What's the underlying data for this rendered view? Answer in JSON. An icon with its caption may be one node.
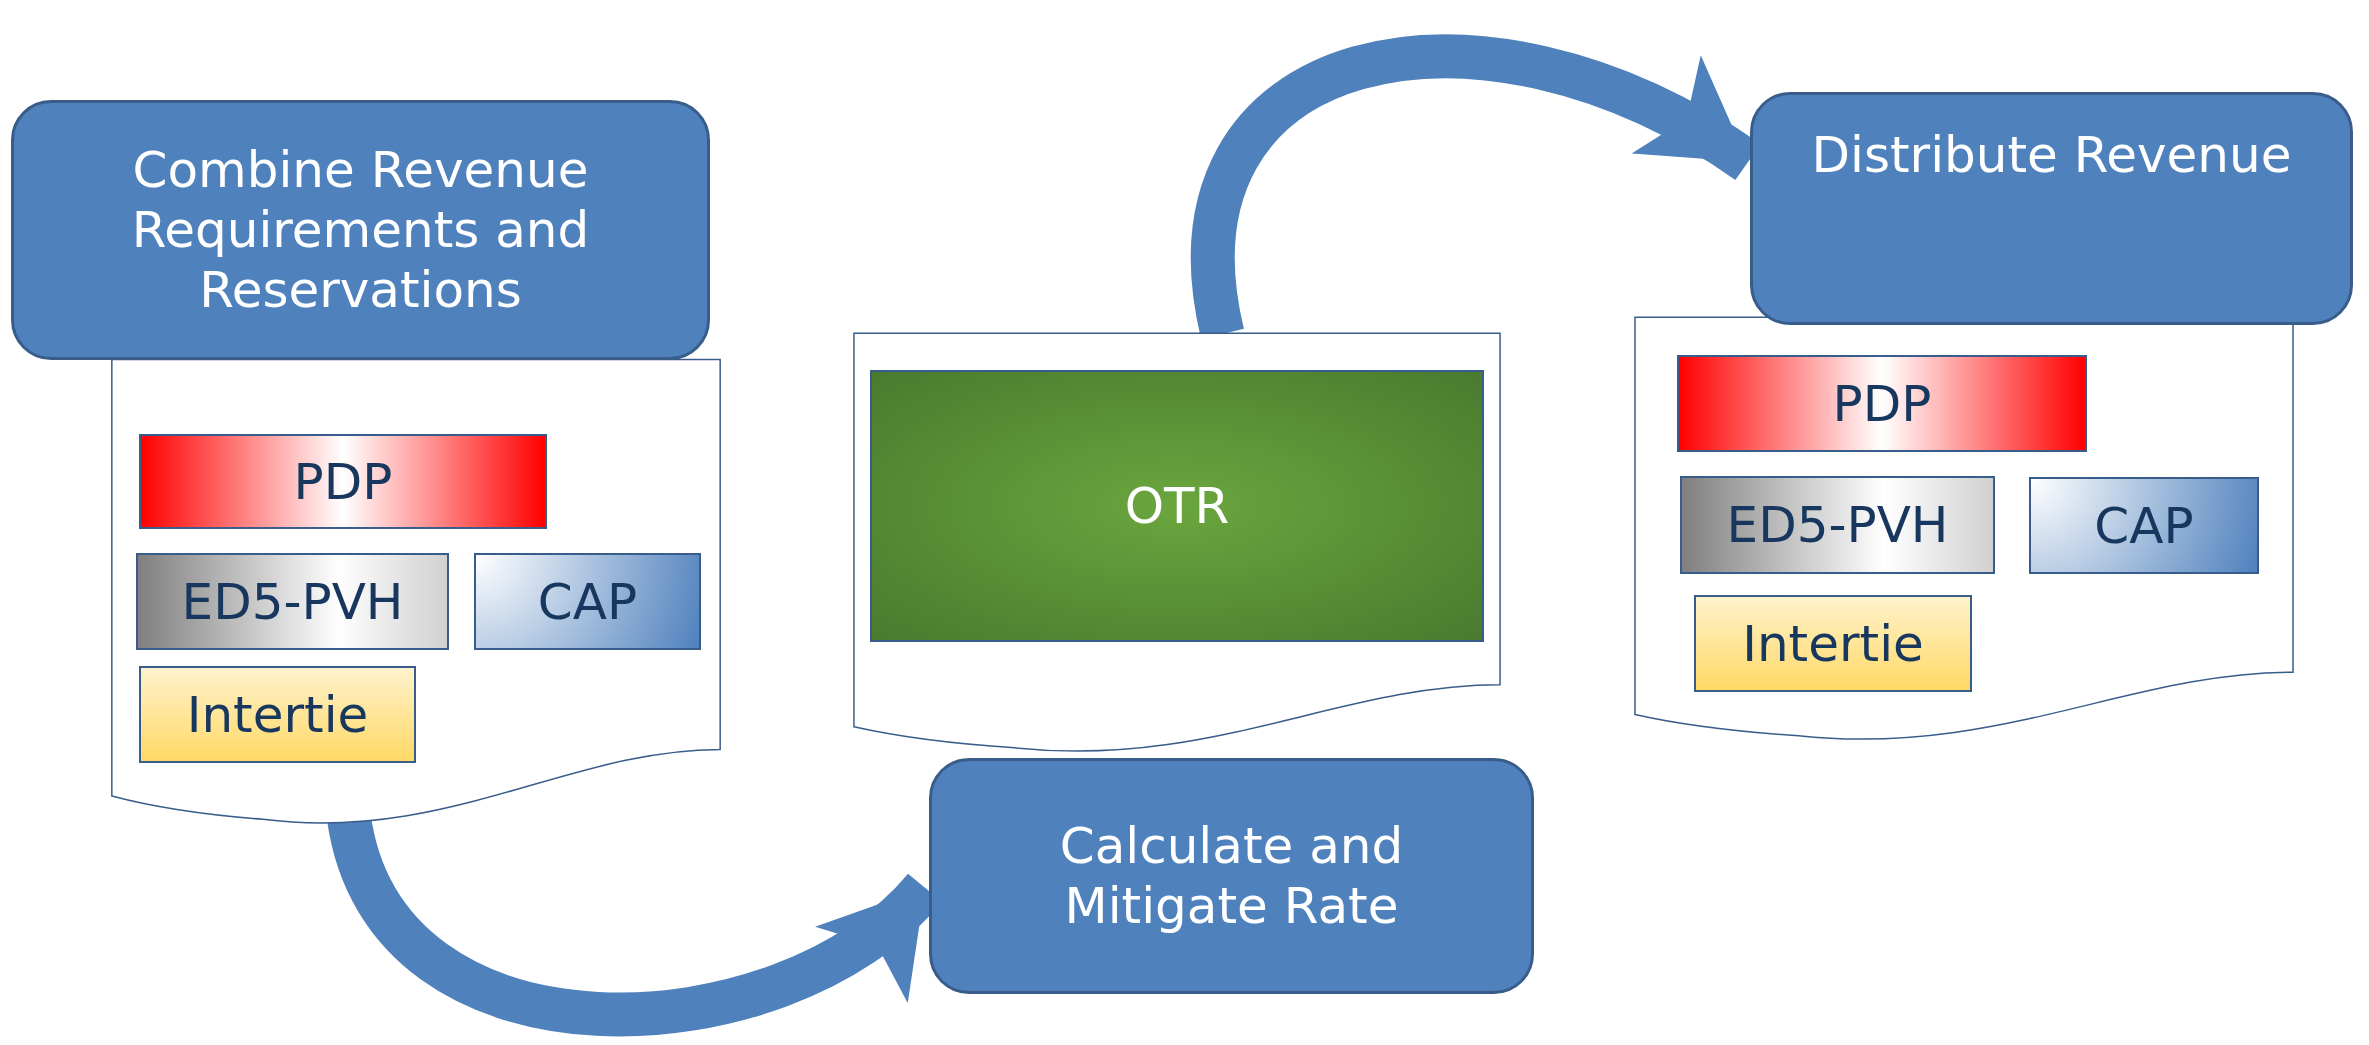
{
  "diagram": {
    "nodes": [
      {
        "text": [
          "Combine Revenue Requirements and Reservations"
        ]
      },
      {
        "text": [],
        "shape": "document"
      },
      {
        "text": [
          "PDP"
        ],
        "in": 1
      },
      {
        "text": [
          "ED5-PVH"
        ],
        "in": 1
      },
      {
        "text": [
          "CAP"
        ],
        "in": 1
      },
      {
        "text": [
          "Intertie"
        ],
        "in": 1
      },
      {
        "text": [],
        "shape": "document"
      },
      {
        "text": [
          "OTR"
        ],
        "in": 6
      },
      {
        "text": [
          "Calculate and Mitigate Rate"
        ]
      },
      {
        "text": [
          "Distribute Revenue"
        ]
      },
      {
        "text": [],
        "shape": "document"
      },
      {
        "text": [
          "PDP"
        ],
        "in": 10
      },
      {
        "text": [
          "ED5-PVH"
        ],
        "in": 10
      },
      {
        "text": [
          "CAP"
        ],
        "in": 10
      },
      {
        "text": [
          "Intertie"
        ],
        "in": 10
      }
    ],
    "edges": [
      {
        "from": 1,
        "to": 8,
        "arrow": "to"
      },
      {
        "from": 6,
        "to": 9,
        "arrow": "to"
      }
    ]
  }
}
